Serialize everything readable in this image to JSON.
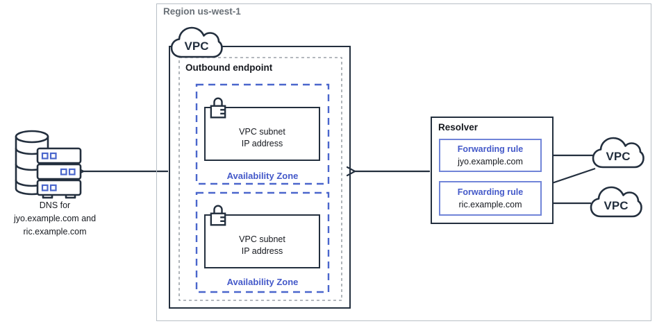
{
  "diagram": {
    "region": {
      "label": "Region us-west-1"
    },
    "vpc_container": {
      "label": "VPC"
    },
    "outbound_endpoint": {
      "label": "Outbound endpoint",
      "availability_zones": [
        {
          "label": "Availability Zone",
          "subnet_line1": "VPC subnet",
          "subnet_line2": "IP address"
        },
        {
          "label": "Availability Zone",
          "subnet_line1": "VPC subnet",
          "subnet_line2": "IP address"
        }
      ]
    },
    "resolver": {
      "label": "Resolver",
      "forwarding_rules": [
        {
          "title": "Forwarding rule",
          "domain": "jyo.example.com"
        },
        {
          "title": "Forwarding rule",
          "domain": "ric.example.com"
        }
      ]
    },
    "external_vpcs": [
      {
        "label": "VPC"
      },
      {
        "label": "VPC"
      }
    ],
    "dns_server": {
      "line1": "DNS for",
      "line2": "jyo.example.com and",
      "line3": "ric.example.com"
    }
  },
  "icons": {
    "vpc_cloud": "cloud-icon",
    "subnet_lock": "lock-icon",
    "dns_server": "dns-server-stack-icon"
  },
  "colors": {
    "dark_navy": "#232F3E",
    "accent_blue_text": "#4459C9",
    "availability_zone_dash_blue": "#4A66CC",
    "forwarding_rule_border_blue": "#7084D8",
    "region_border_gray": "#B8BFC6",
    "region_text_gray": "#697077",
    "endpoint_dash_gray": "#878E96"
  }
}
